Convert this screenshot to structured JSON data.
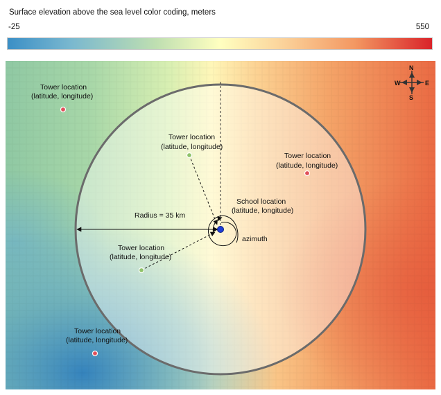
{
  "legend": {
    "title": "Surface elevation above the sea level color coding, meters",
    "min_label": "-25",
    "max_label": "550",
    "colors": [
      "#3b8fc6",
      "#7ab8cf",
      "#bfdfb1",
      "#ffffc0",
      "#fbd29a",
      "#f39761",
      "#d9232a"
    ]
  },
  "map": {
    "compass": {
      "north": "N",
      "south": "S",
      "east": "E",
      "west": "W"
    },
    "radius_label": "Radius = 35 km",
    "azimuth_label": "azimuth",
    "school": {
      "line1": "School location",
      "line2": "(latitude, longitude)",
      "color": "#1f3fd6"
    },
    "towers": [
      {
        "line1": "Tower location",
        "line2": "(latitude, longitude)",
        "color": "#e0505a"
      },
      {
        "line1": "Tower location",
        "line2": "(latitude, longitude)",
        "color": "#8fc36a"
      },
      {
        "line1": "Tower location",
        "line2": "(latitude, longitude)",
        "color": "#e0505a"
      },
      {
        "line1": "Tower location",
        "line2": "(latitude, longitude)",
        "color": "#8fc36a"
      },
      {
        "line1": "Tower location",
        "line2": "(latitude, longitude)",
        "color": "#e0505a"
      }
    ]
  }
}
